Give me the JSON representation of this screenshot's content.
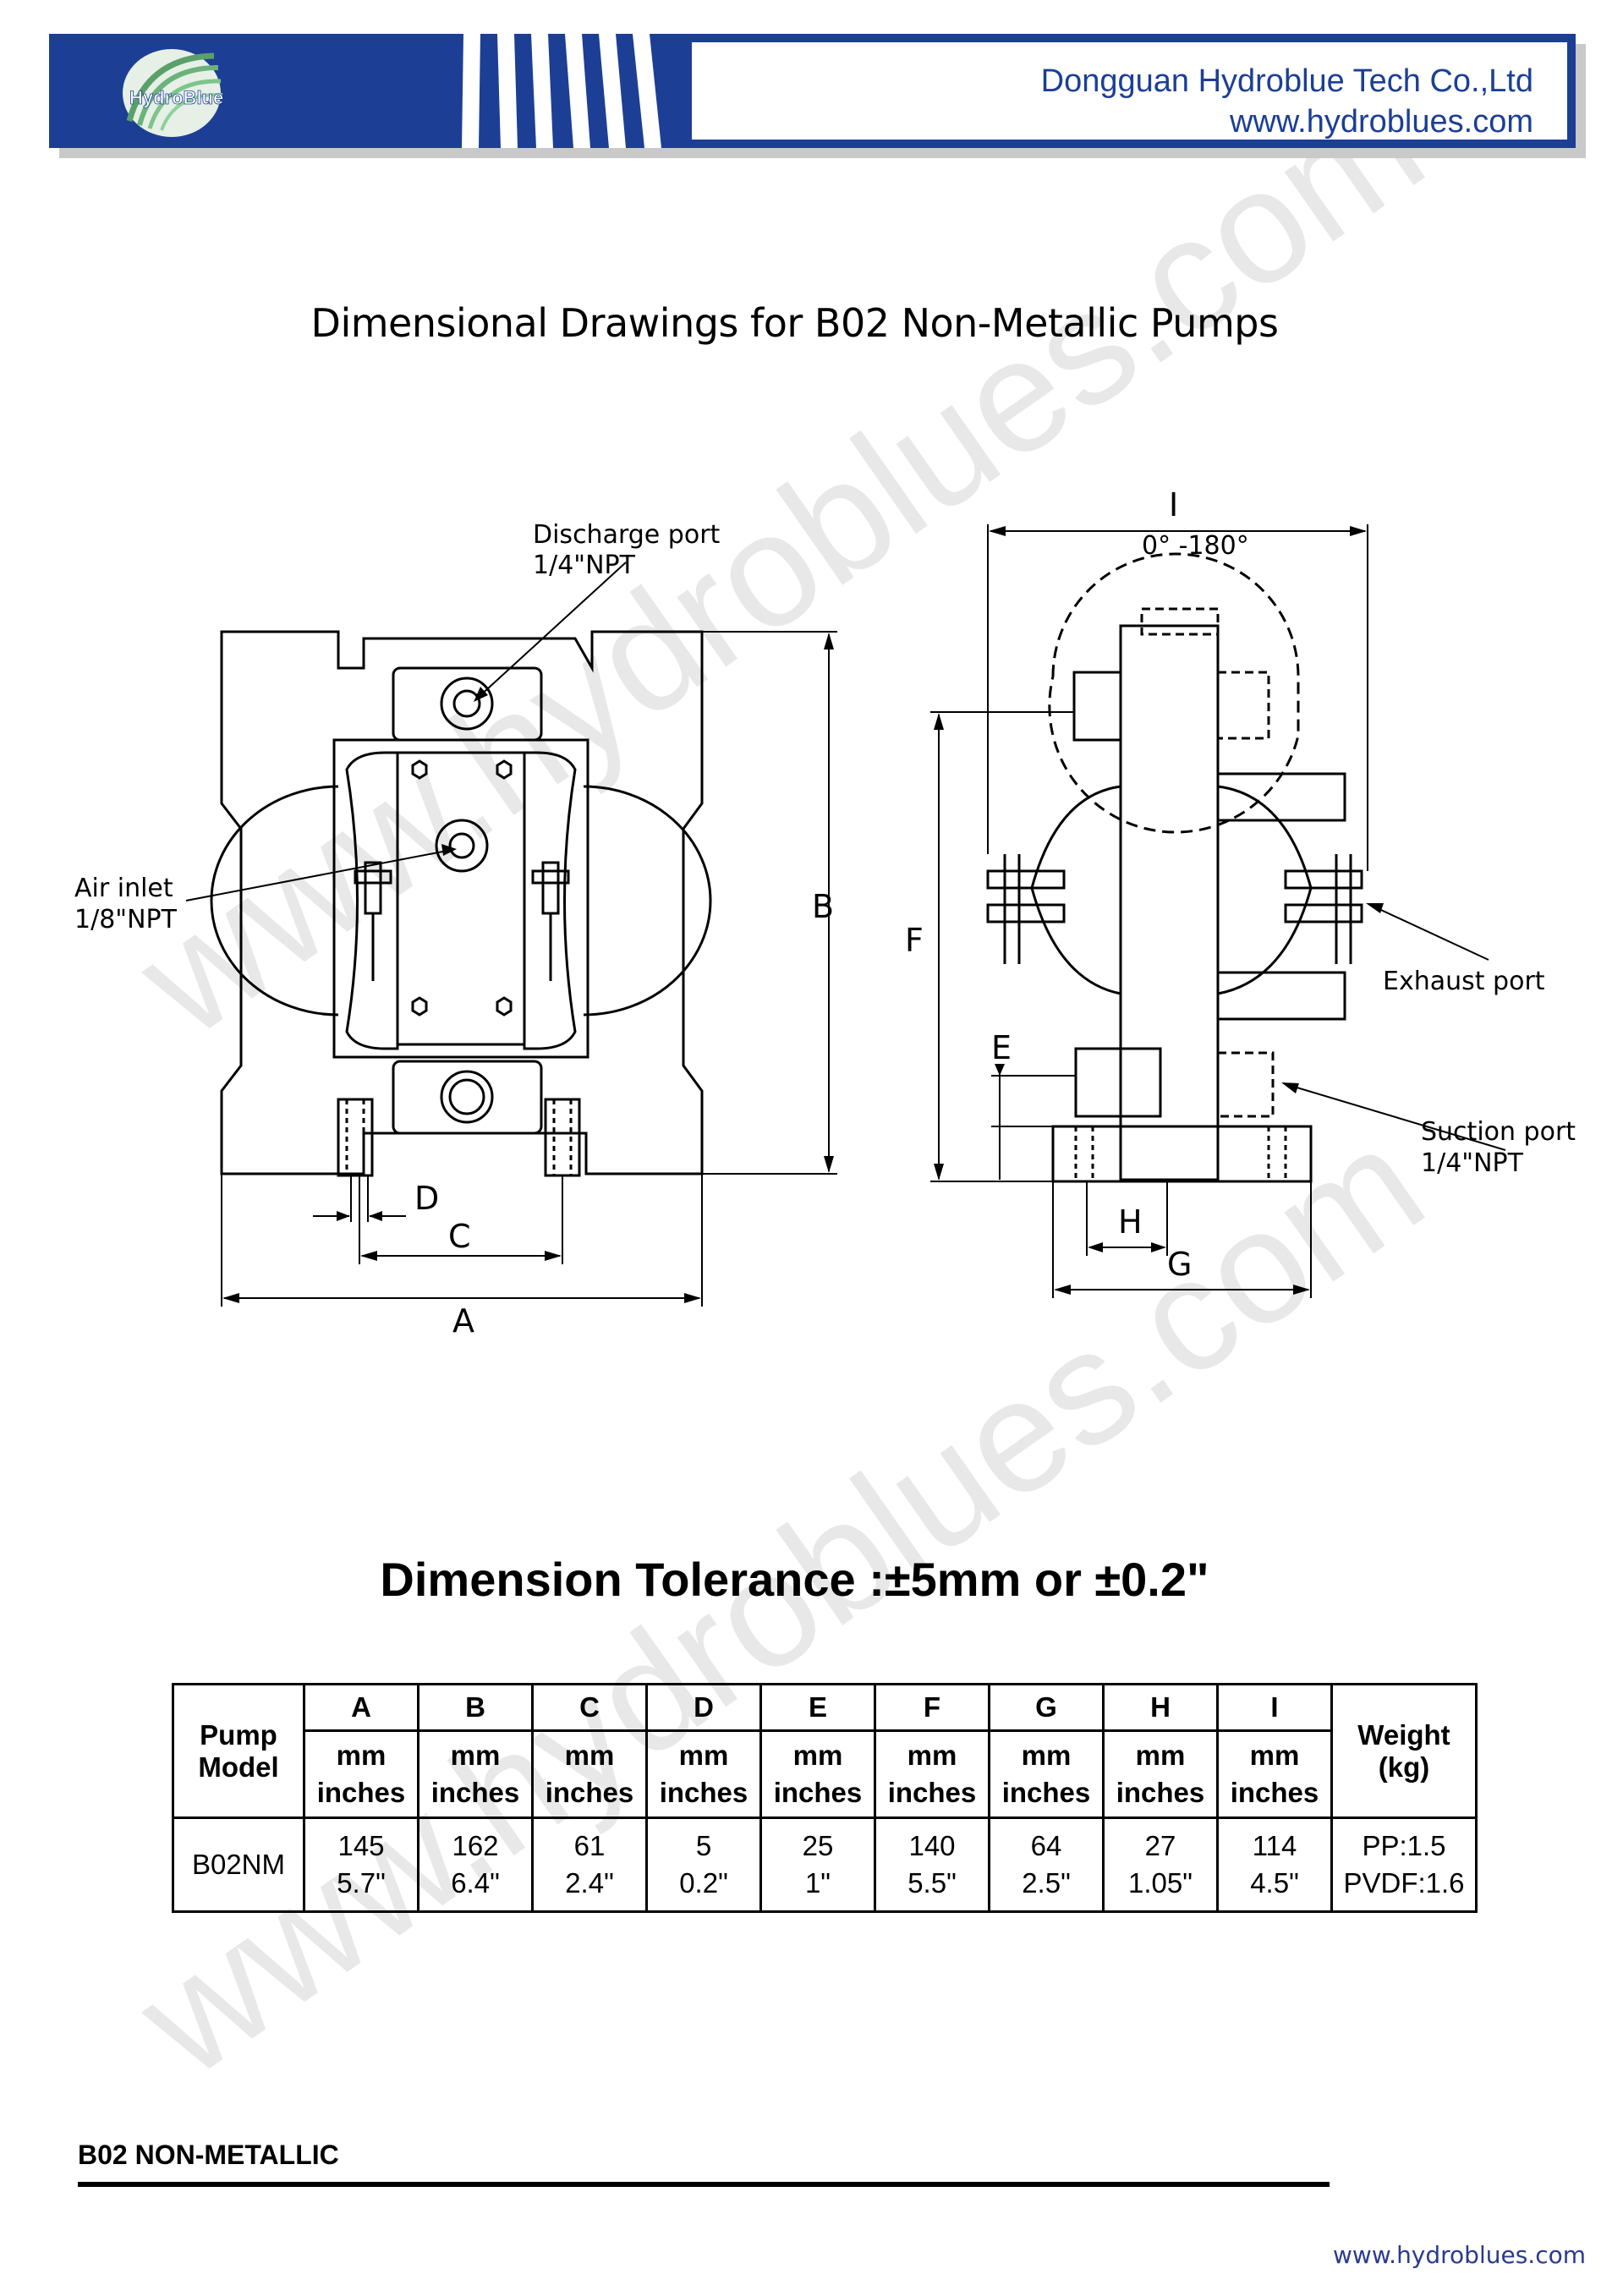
{
  "header": {
    "logo_text": "HydroBlue",
    "company": "Dongguan Hydroblue Tech Co.,Ltd",
    "website": "www.hydroblues.com",
    "brand_color": "#1c3f95"
  },
  "title": "Dimensional Drawings for B02 Non-Metallic Pumps",
  "drawing": {
    "discharge_port": "Discharge port",
    "discharge_size": "1/4\"NPT",
    "air_inlet": "Air inlet",
    "air_inlet_size": "1/8\"NPT",
    "exhaust_port": "Exhaust port",
    "suction_port": "Suction port",
    "suction_size": "1/4\"NPT",
    "rotation": "0° -180°",
    "dim_A": "A",
    "dim_B": "B",
    "dim_C": "C",
    "dim_D": "D",
    "dim_E": "E",
    "dim_F": "F",
    "dim_G": "G",
    "dim_H": "H",
    "dim_I": "I"
  },
  "tolerance": "Dimension Tolerance :±5mm or ±0.2\"",
  "table": {
    "model_header": [
      "Pump",
      "Model"
    ],
    "unit_mm": "mm",
    "unit_in": "inches",
    "weight_header": [
      "Weight",
      "(kg)"
    ],
    "columns": [
      "A",
      "B",
      "C",
      "D",
      "E",
      "F",
      "G",
      "H",
      "I"
    ],
    "rows": [
      {
        "model": "B02NM",
        "mm": [
          "145",
          "162",
          "61",
          "5",
          "25",
          "140",
          "64",
          "27",
          "114"
        ],
        "inches": [
          "5.7\"",
          "6.4\"",
          "2.4\"",
          "0.2\"",
          "1\"",
          "5.5\"",
          "2.5\"",
          "1.05\"",
          "4.5\""
        ],
        "weight": [
          "PP:1.5",
          "PVDF:1.6"
        ]
      }
    ]
  },
  "watermark": "www.hydroblues.com",
  "footer": {
    "label": "B02 NON-METALLIC",
    "url": "www.hydroblues.com"
  }
}
